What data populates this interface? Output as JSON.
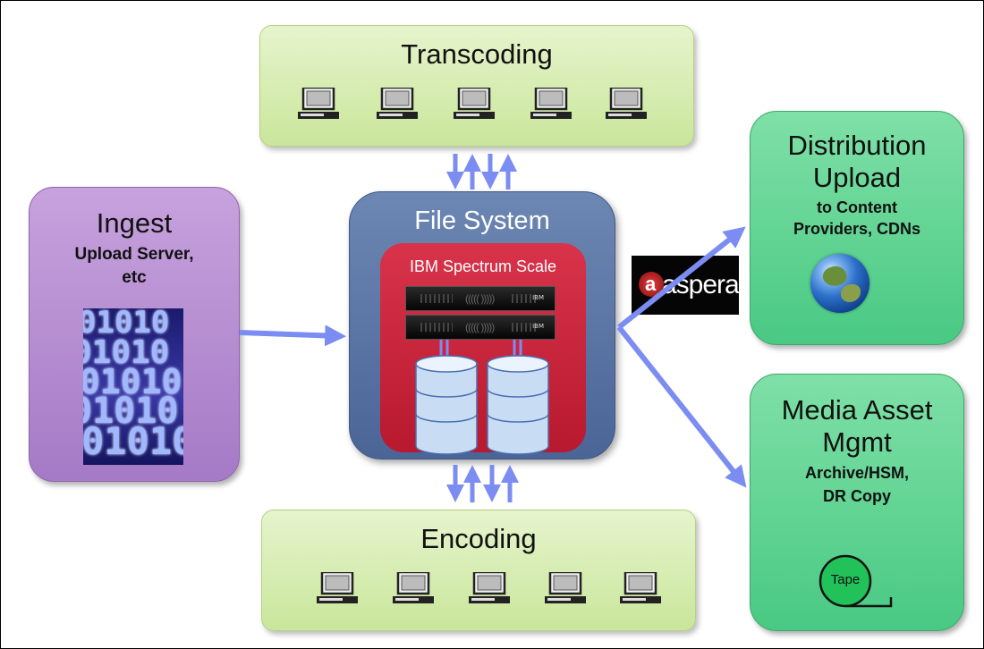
{
  "transcoding": {
    "title": "Transcoding"
  },
  "encoding": {
    "title": "Encoding"
  },
  "ingest": {
    "title": "Ingest",
    "subtitle_line1": "Upload Server,",
    "subtitle_line2": "etc"
  },
  "file_system": {
    "title": "File System",
    "product": "IBM Spectrum Scale"
  },
  "distribution": {
    "title_line1": "Distribution",
    "title_line2": "Upload",
    "sub_line1": "to Content",
    "sub_line2": "Providers, CDNs"
  },
  "media_asset": {
    "title_line1": "Media Asset",
    "title_line2": "Mgmt",
    "sub_line1": "Archive/HSM,",
    "sub_line2": "DR Copy",
    "tape_label": "Tape"
  },
  "aspera": {
    "logo_text": "aspera"
  },
  "servers": {
    "brand": "IBM"
  },
  "binary_lines": [
    "01010",
    "01010",
    "01010",
    "01010",
    "01010"
  ],
  "colors": {
    "transcoding_fill": "#d6edb2",
    "distribution_fill": "#5fd494",
    "ingest_fill": "#b78fd3",
    "file_system_fill": "#5a75a6",
    "spectrum_scale_fill": "#c62638",
    "arrow": "#7b8cf2"
  },
  "icons": {
    "computer": "computer-icon",
    "disk": "disk-stack-icon",
    "globe": "globe-icon",
    "tape": "tape-icon"
  }
}
